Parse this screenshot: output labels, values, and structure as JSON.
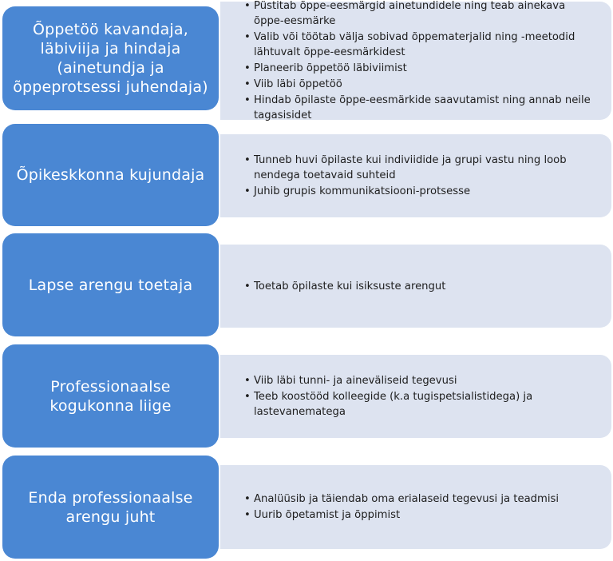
{
  "rows": [
    {
      "role": "Õppetöö kavandaja, läbiviija ja hindaja (ainetundja ja õppeprotsessi juhendaja)",
      "items": [
        "Püstitab õppe-eesmärgid ainetundidele ning teab ainekava õppe-eesmärke",
        "Valib või töötab välja sobivad õppematerjalid ning -meetodid lähtuvalt õppe-eesmärkidest",
        "Planeerib õppetöö läbiviimist",
        "Viib läbi õppetöö",
        "Hindab õpilaste õppe-eesmärkide saavutamist ning annab neile tagasisidet"
      ]
    },
    {
      "role": "Õpikeskkonna kujundaja",
      "items": [
        "Tunneb huvi õpilaste kui indiviidide ja grupi vastu ning loob nendega toetavaid suhteid",
        "Juhib grupis kommunikatsiooni-protsesse"
      ]
    },
    {
      "role": "Lapse arengu toetaja",
      "items": [
        "Toetab õpilaste kui isiksuste arengut"
      ]
    },
    {
      "role": "Professionaalse kogukonna liige",
      "items": [
        "Viib läbi tunni- ja aineväliseid tegevusi",
        "Teeb koostööd kolleegide (k.a tugispetsialistidega) ja lastevanematega"
      ]
    },
    {
      "role": "Enda professionaalse arengu juht",
      "items": [
        "Analüüsib ja täiendab oma erialaseid tegevusi ja teadmisi",
        "Uurib õpetamist ja õppimist"
      ]
    }
  ]
}
